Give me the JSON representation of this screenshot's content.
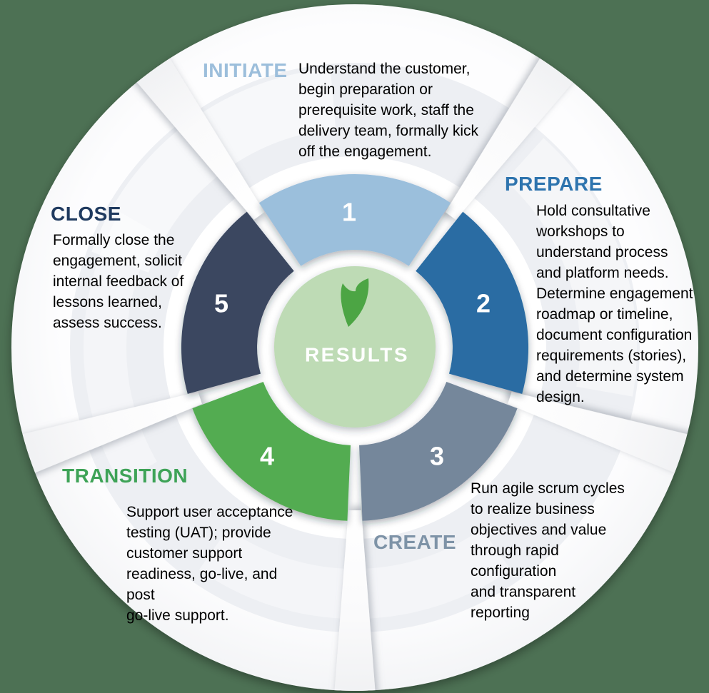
{
  "background_color": "#4D7154",
  "center": {
    "label": "RESULTS",
    "label_color": "#FFFFFF",
    "circle_color": "#BEDBB5",
    "leaf_color": "#4CA544"
  },
  "wheel": {
    "segments": [
      {
        "number": "1",
        "phase": "INITIATE",
        "color": "#9BBFDC"
      },
      {
        "number": "2",
        "phase": "PREPARE",
        "color": "#2B6CA3"
      },
      {
        "number": "3",
        "phase": "CREATE",
        "color": "#75879B"
      },
      {
        "number": "4",
        "phase": "TRANSITION",
        "color": "#52AC51"
      },
      {
        "number": "5",
        "phase": "CLOSE",
        "color": "#3A4760"
      }
    ]
  },
  "phases": [
    {
      "label": "INITIATE",
      "label_color": "#9CBEDB",
      "description": "Understand the customer,\nbegin preparation or\nprerequisite work, staff the\ndelivery team, formally kick\noff the engagement."
    },
    {
      "label": "PREPARE",
      "label_color": "#2E74AE",
      "description": "Hold consultative\nworkshops to\nunderstand process\nand platform needs.\nDetermine engagement\nroadmap or timeline,\ndocument configuration\nrequirements (stories),\nand determine system\ndesign."
    },
    {
      "label": "CREATE",
      "label_color": "#7E93A7",
      "description": "Run agile scrum cycles\nto realize business\nobjectives and value\nthrough rapid\nconfiguration\nand transparent\nreporting"
    },
    {
      "label": "TRANSITION",
      "label_color": "#3EA357",
      "description": "Support user acceptance\ntesting (UAT); provide\ncustomer support\nreadiness, go-live, and post\ngo-live support."
    },
    {
      "label": "CLOSE",
      "label_color": "#1F3A5F",
      "description": "Formally close the\nengagement, solicit\ninternal feedback of\nlessons learned,\nassess success."
    }
  ]
}
